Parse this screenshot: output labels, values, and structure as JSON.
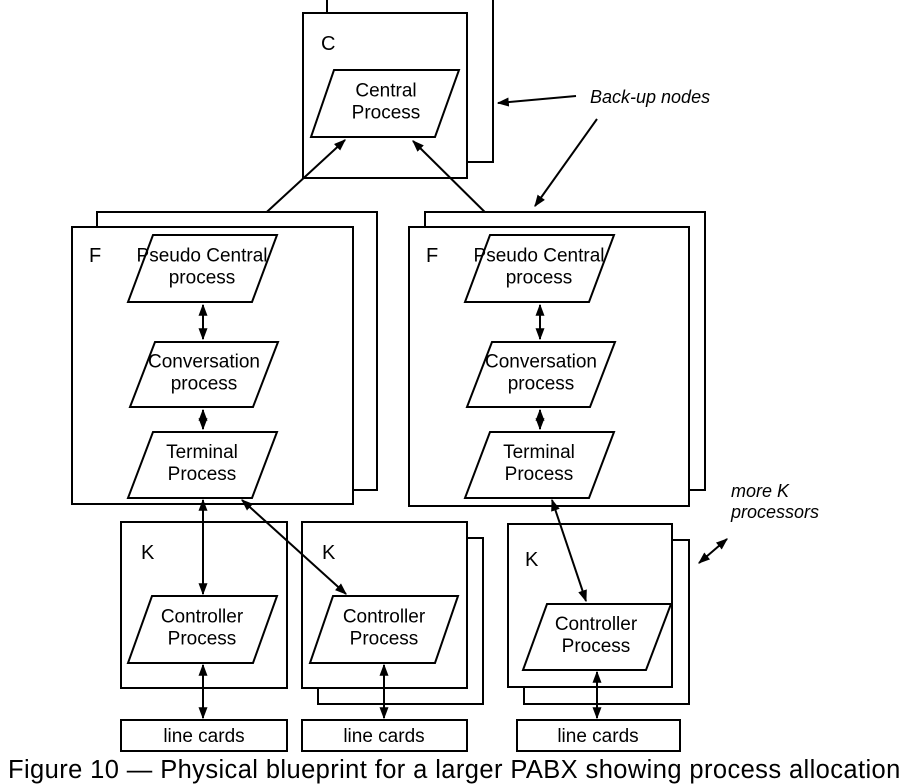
{
  "caption": "Figure 10 — Physical blueprint for a larger PABX showing process allocation",
  "labels": {
    "central_node": "C",
    "feature_node": "F",
    "controller_node": "K"
  },
  "processes": {
    "central": [
      "Central",
      "Process"
    ],
    "pseudo_central": [
      "Pseudo Central",
      "process"
    ],
    "conversation": [
      "Conversation",
      "process"
    ],
    "terminal": [
      "Terminal",
      "Process"
    ],
    "controller": [
      "Controller",
      "Process"
    ]
  },
  "hardware": {
    "line_cards": "line cards"
  },
  "annotations": {
    "backup_nodes": "Back-up nodes",
    "more_k": [
      "more K",
      "processors"
    ]
  },
  "colors": {
    "ink": "#000000",
    "paper": "#ffffff"
  }
}
